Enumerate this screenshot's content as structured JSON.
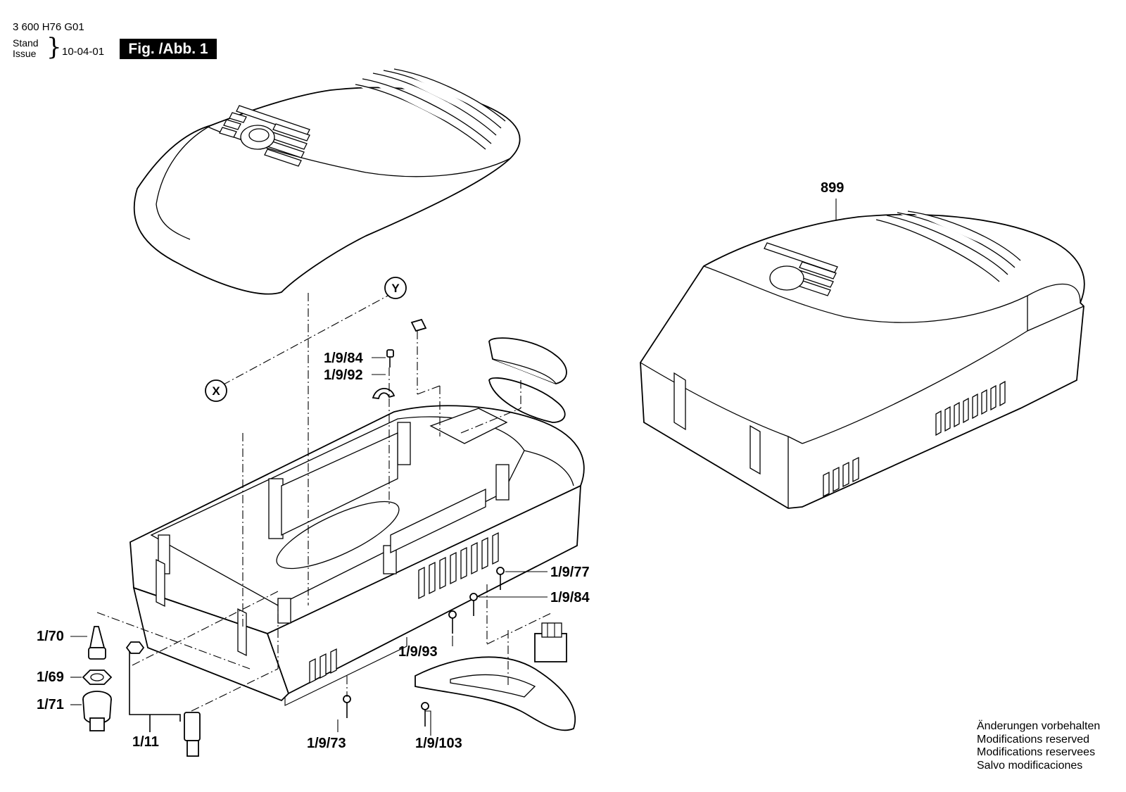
{
  "header": {
    "doc_code": "3 600 H76 G01",
    "stand_label": "Stand",
    "issue_label": "Issue",
    "brace": "}",
    "date": "10-04-01",
    "figure_badge": "Fig. /Abb. 1"
  },
  "callouts": {
    "c899": "899",
    "c1984_top": "1/9/84",
    "c1992": "1/9/92",
    "c1977": "1/9/77",
    "c1984_right": "1/9/84",
    "c1993": "1/9/93",
    "c1970": "1/70",
    "c1969": "1/69",
    "c1971": "1/71",
    "c111": "1/11",
    "c1973": "1/9/73",
    "c19103": "1/9/103"
  },
  "axes": {
    "x": "X",
    "y": "Y"
  },
  "notes": {
    "de": "Änderungen vorbehalten",
    "en": "Modifications reserved",
    "fr": "Modifications reservees",
    "es": "Salvo modificaciones"
  }
}
